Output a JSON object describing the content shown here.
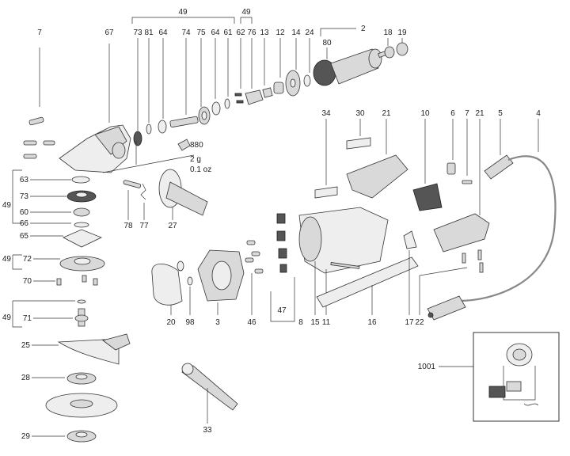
{
  "callouts": {
    "c49_top": "49",
    "c49_small": "49",
    "c2": "2",
    "c7_left": "7",
    "c67": "67",
    "c73": "73",
    "c81": "81",
    "c64": "64",
    "c74": "74",
    "c75": "75",
    "c64b": "64",
    "c61": "61",
    "c62": "62",
    "c76": "76",
    "c13": "13",
    "c12": "12",
    "c14": "14",
    "c24": "24",
    "c80": "80",
    "c18": "18",
    "c19": "19",
    "c34": "34",
    "c30": "30",
    "c21": "21",
    "c10": "10",
    "c6": "6",
    "c7_right": "7",
    "c21b": "21",
    "c5": "5",
    "c4": "4",
    "c63": "63",
    "c73b": "73",
    "c60": "60",
    "c66": "66",
    "c65": "65",
    "c49_l1": "49",
    "c72": "72",
    "c49_l2": "49",
    "c70": "70",
    "c71": "71",
    "c49_l3": "49",
    "c78": "78",
    "c77": "77",
    "c27": "27",
    "c20": "20",
    "c98": "98",
    "c3": "3",
    "c46": "46",
    "c47": "47",
    "c8": "8",
    "c15": "15",
    "c11": "11",
    "c16": "16",
    "c17": "17",
    "c22": "22",
    "c25": "25",
    "c28": "28",
    "c29": "29",
    "c33": "33",
    "c1001": "1001"
  },
  "grease_note": {
    "part": "880",
    "amount_g": "2 g",
    "amount_oz": "0.1 oz"
  }
}
